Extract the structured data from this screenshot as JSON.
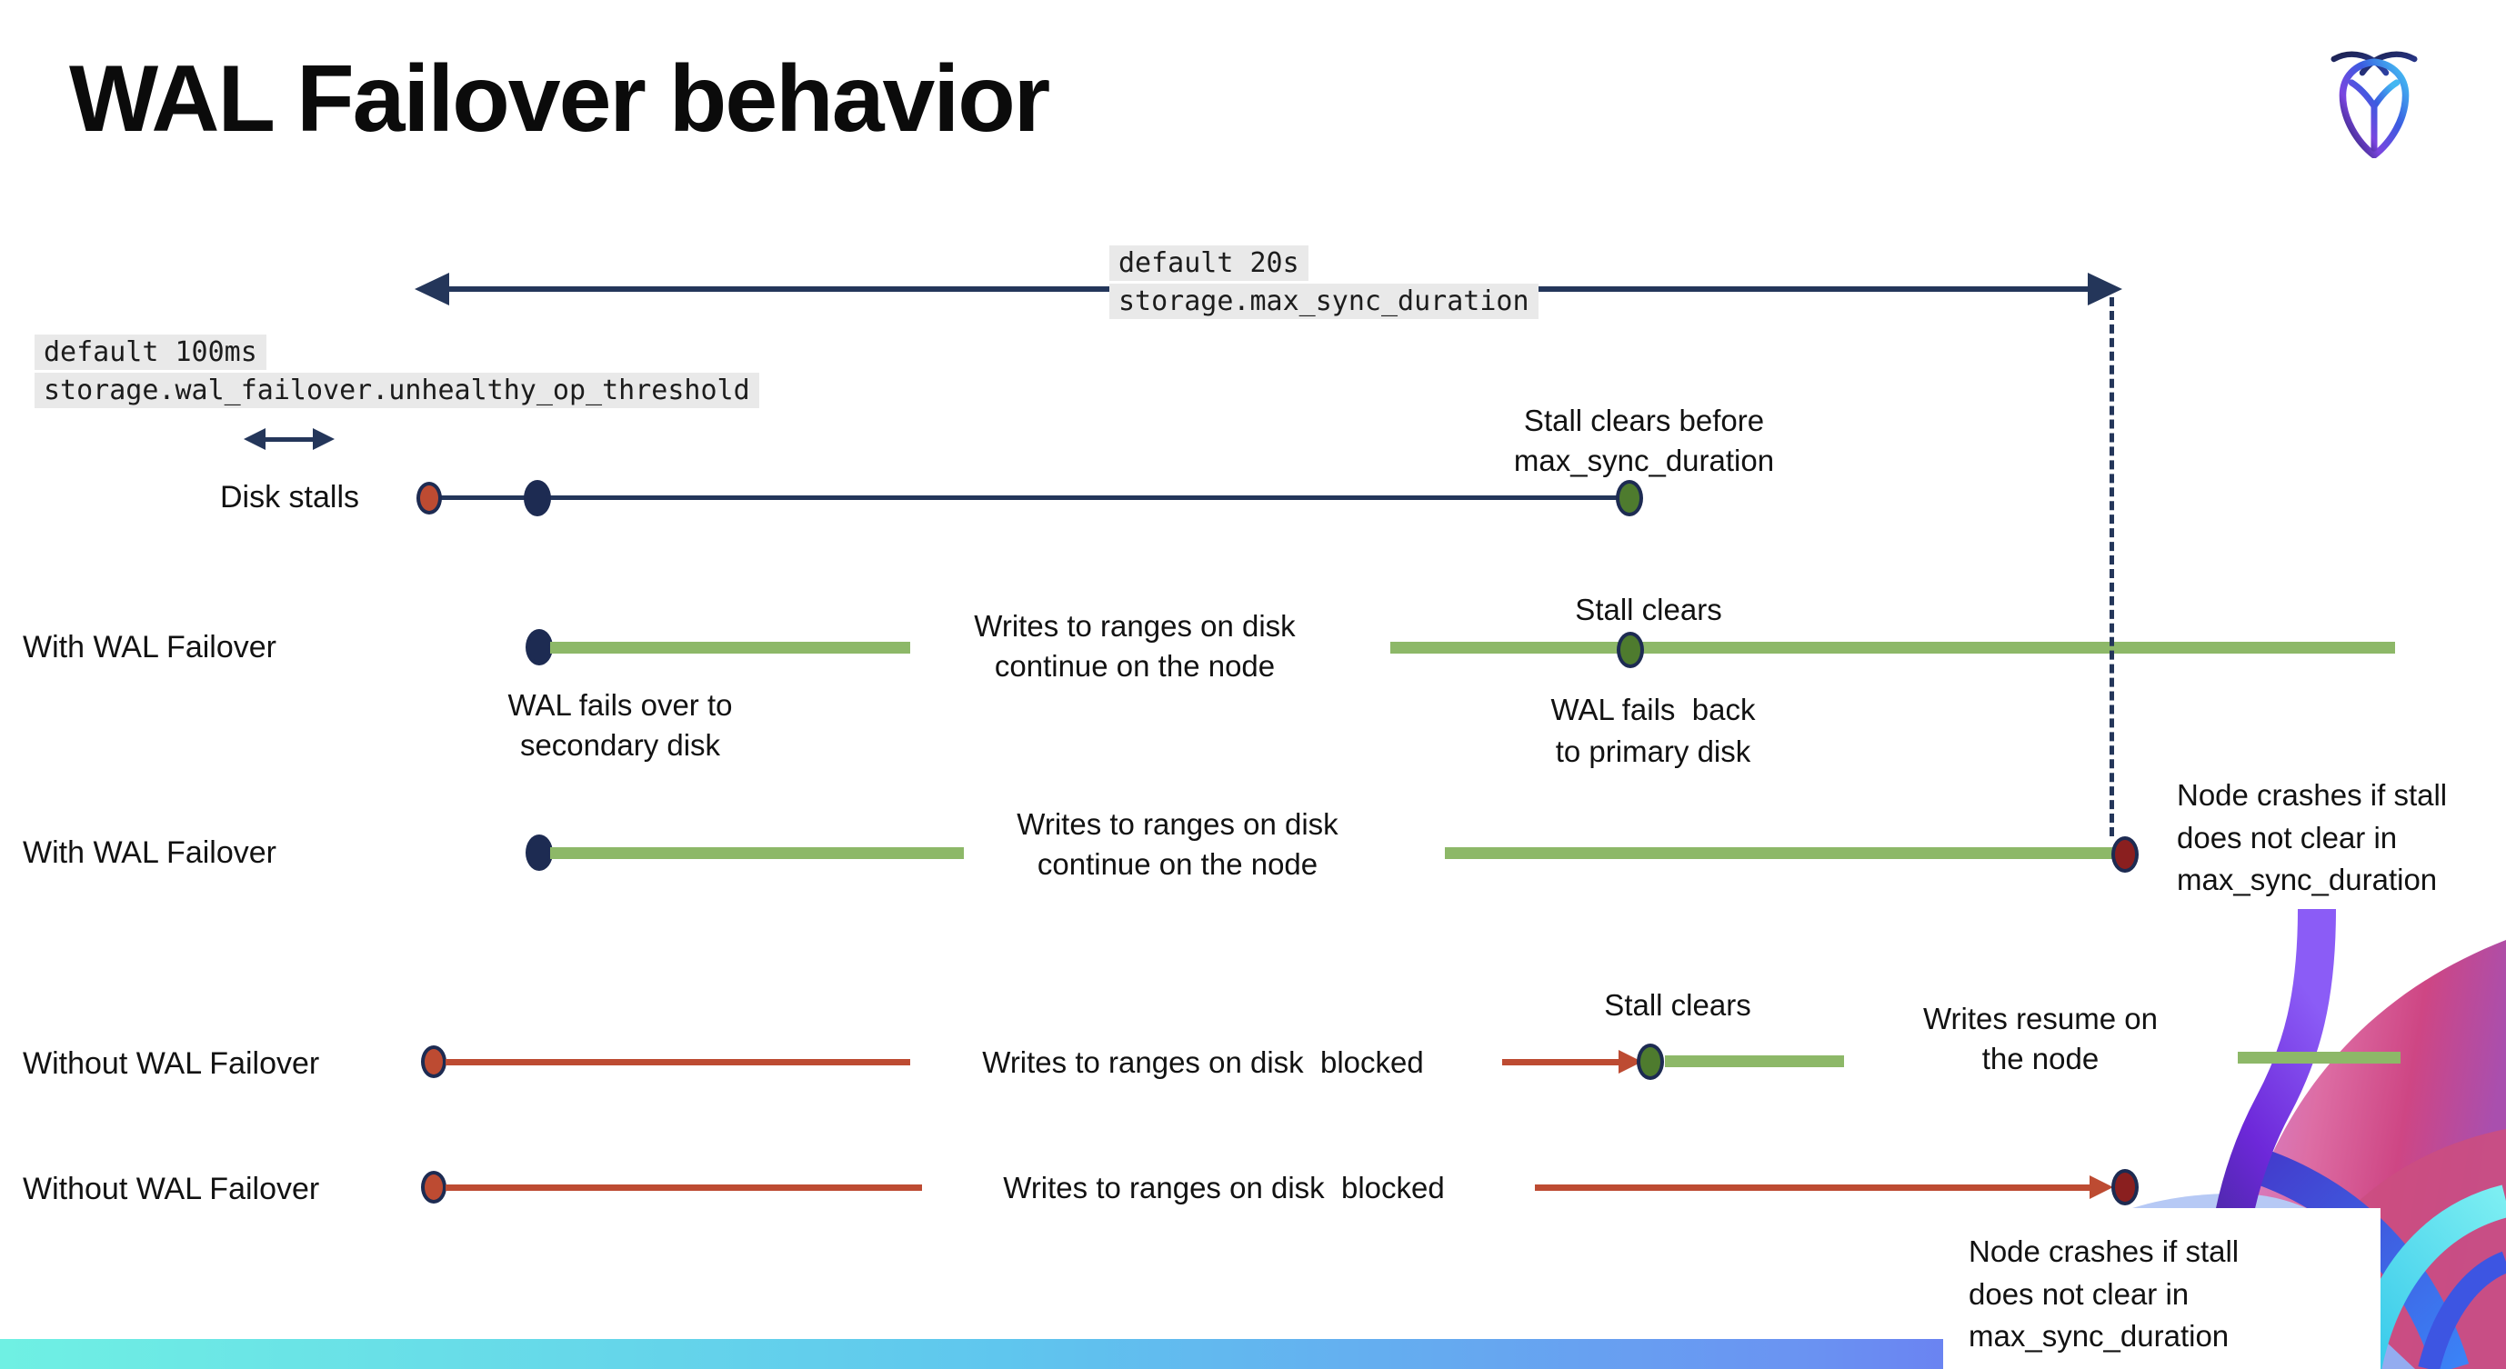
{
  "title": "WAL Failover behavior",
  "logo": {
    "label": "cockroachdb-logo"
  },
  "settings": {
    "max_sync": {
      "default_value": "default 20s",
      "setting_name": "storage.max_sync_duration"
    },
    "unhealthy_op": {
      "default_value": "default 100ms",
      "setting_name": "storage.wal_failover.unhealthy_op_threshold"
    }
  },
  "rows": {
    "disk_stalls": {
      "label": "Disk stalls",
      "note1": "Stall clears before",
      "note2": "max_sync_duration"
    },
    "with1": {
      "label": "With WAL Failover",
      "mid1": "Writes to ranges on disk",
      "mid2": "continue on the node",
      "stall": "Stall clears",
      "failover1": "WAL fails over to",
      "failover2": "secondary disk",
      "failback1": "WAL fails  back",
      "failback2": "to primary disk"
    },
    "with2": {
      "label": "With WAL Failover",
      "mid1": "Writes to ranges on disk",
      "mid2": "continue on the node",
      "crash1": "Node crashes if stall",
      "crash2": "does not clear in",
      "crash3": "max_sync_duration"
    },
    "without1": {
      "label": "Without WAL Failover",
      "blocked": "Writes to ranges on disk  blocked",
      "stall": "Stall clears",
      "resume1": "Writes resume on",
      "resume2": "the node"
    },
    "without2": {
      "label": "Without WAL Failover",
      "blocked": "Writes to ranges on disk  blocked",
      "crash1": "Node crashes if stall",
      "crash2": "does not clear in",
      "crash3": "max_sync_duration"
    }
  },
  "colors": {
    "navy": "#24365a",
    "dot_navy": "#1d2b52",
    "red": "#bd4b32",
    "dark_red": "#8a1f1f",
    "green_dot": "#4e7b2e",
    "green_line": "#8db868",
    "code_bg": "#e9e9e9",
    "bar_left": "#6ff0e3",
    "bar_right": "#6b63f0"
  }
}
